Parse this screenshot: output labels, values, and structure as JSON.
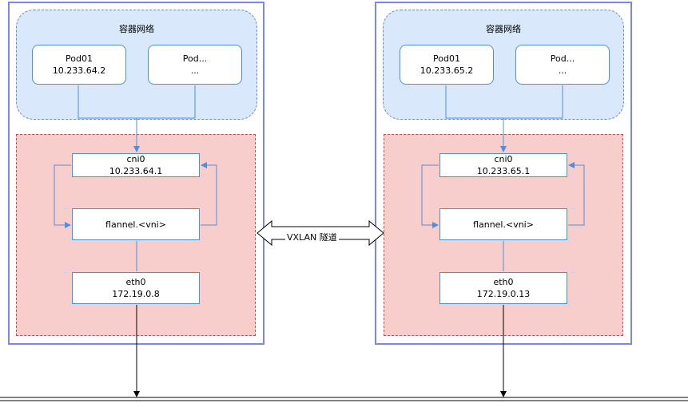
{
  "left_node": {
    "network_label": "容器网络",
    "pod1": {
      "name": "Pod01",
      "ip": "10.233.64.2"
    },
    "pod2": {
      "name": "Pod...",
      "ip": "..."
    },
    "cni": {
      "name": "cni0",
      "ip": "10.233.64.1"
    },
    "flannel": {
      "name": "flannel.<vni>"
    },
    "eth": {
      "name": "eth0",
      "ip": "172.19.0.8"
    }
  },
  "right_node": {
    "network_label": "容器网络",
    "pod1": {
      "name": "Pod01",
      "ip": "10.233.65.2"
    },
    "pod2": {
      "name": "Pod...",
      "ip": "..."
    },
    "cni": {
      "name": "cni0",
      "ip": "10.233.65.1"
    },
    "flannel": {
      "name": "flannel.<vni>"
    },
    "eth": {
      "name": "eth0",
      "ip": "172.19.0.13"
    }
  },
  "tunnel": {
    "label": "VXLAN 隧道"
  },
  "colors": {
    "node_border": "#7b86e8",
    "pod_network_fill": "#dae8fc",
    "pod_network_border": "#6c8ebf",
    "host_network_fill": "#f8cecc",
    "host_network_border": "#b85450",
    "link": "#4a90e2"
  }
}
